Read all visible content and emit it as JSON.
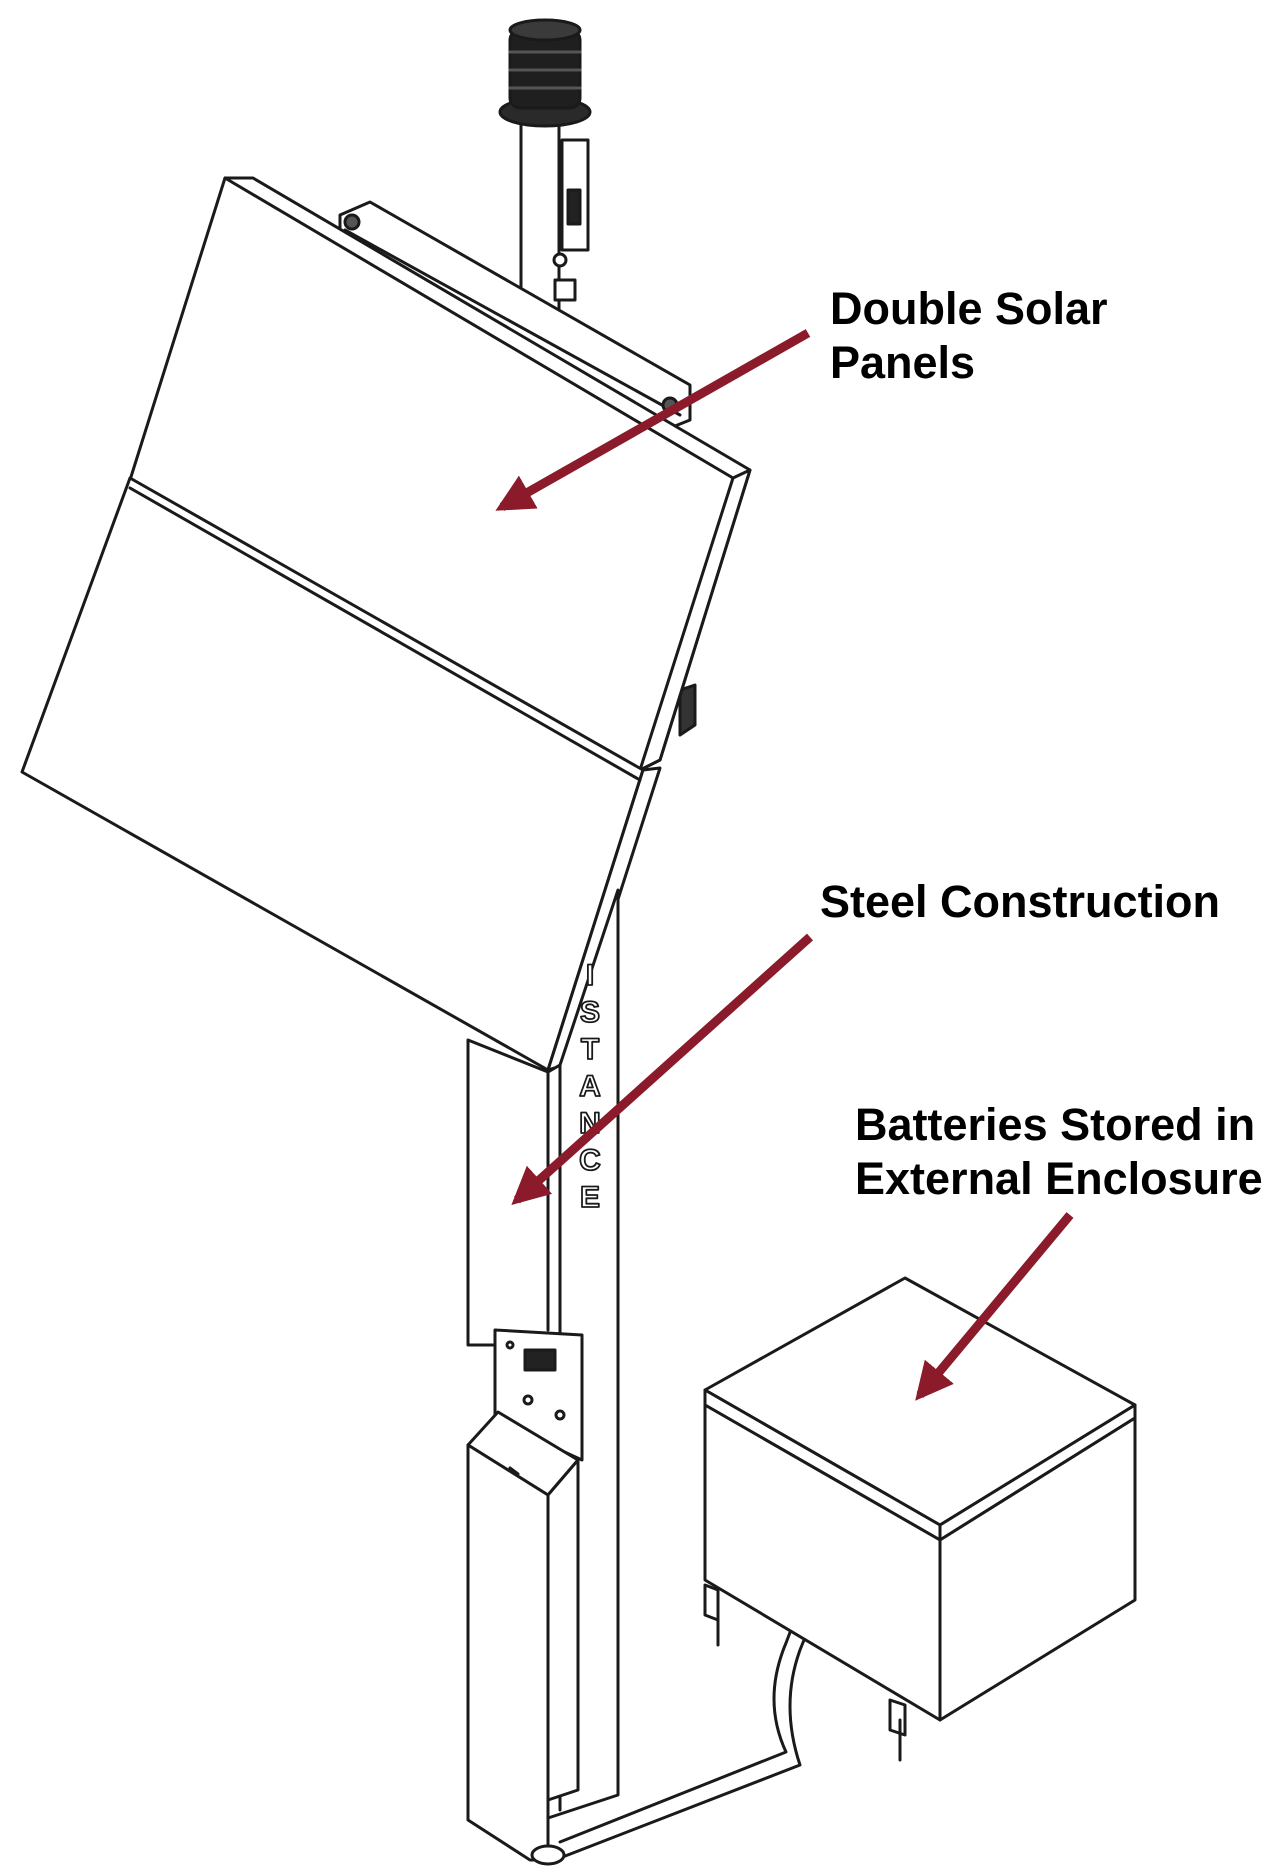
{
  "callouts": {
    "solar": {
      "line1": "Double Solar",
      "line2": "Panels"
    },
    "steel": {
      "line1": "Steel Construction"
    },
    "battery": {
      "line1": "Batteries Stored in",
      "line2": "External Enclosure"
    }
  },
  "post_lettering": [
    "I",
    "S",
    "T",
    "A",
    "N",
    "C",
    "E"
  ],
  "colors": {
    "arrow": "#8b1a2b",
    "line": "#1a1a1a",
    "background": "#ffffff"
  }
}
